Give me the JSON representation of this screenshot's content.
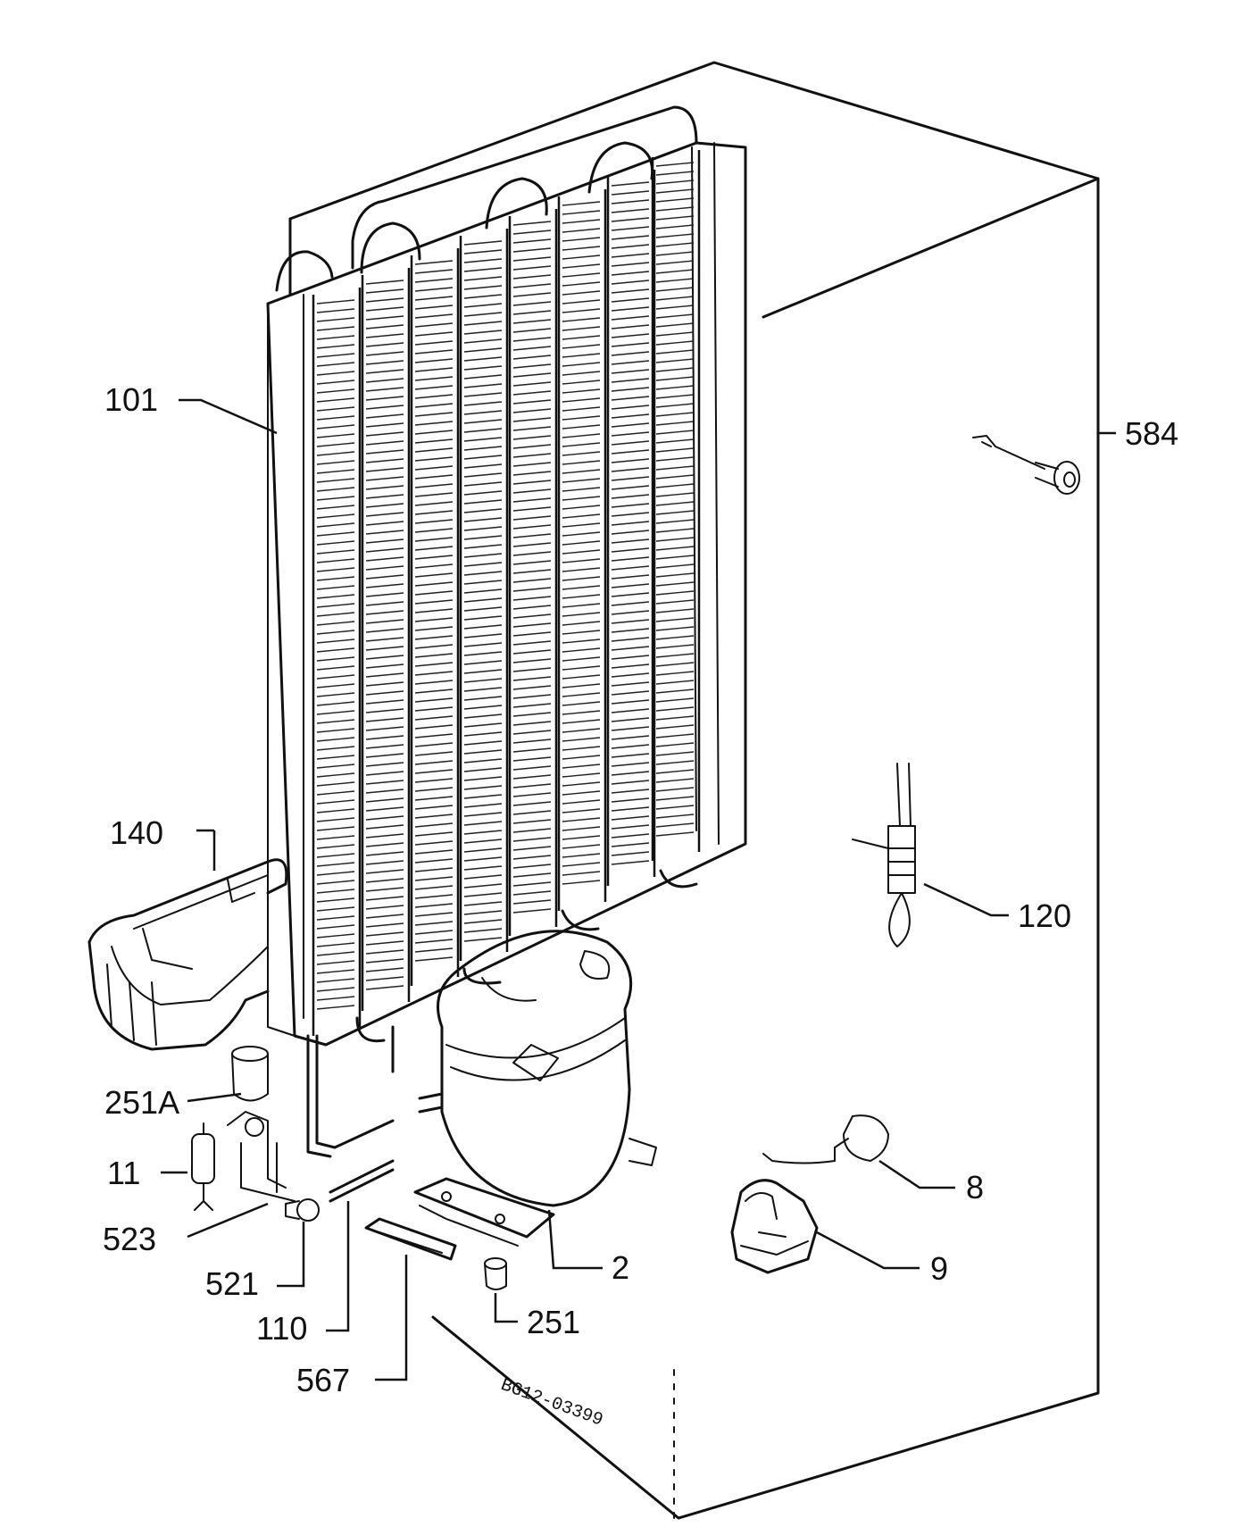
{
  "diagram": {
    "drawing_code": "BG12-03399",
    "callouts": {
      "condenser": "101",
      "wire_584": "584",
      "tray_140": "140",
      "valve_120": "120",
      "grommet_251A": "251A",
      "part_11": "11",
      "part_523": "523",
      "part_521": "521",
      "tube_110": "110",
      "bracket_567": "567",
      "foot_251": "251",
      "compressor": "2",
      "relay_8": "8",
      "relay_9": "9"
    }
  }
}
